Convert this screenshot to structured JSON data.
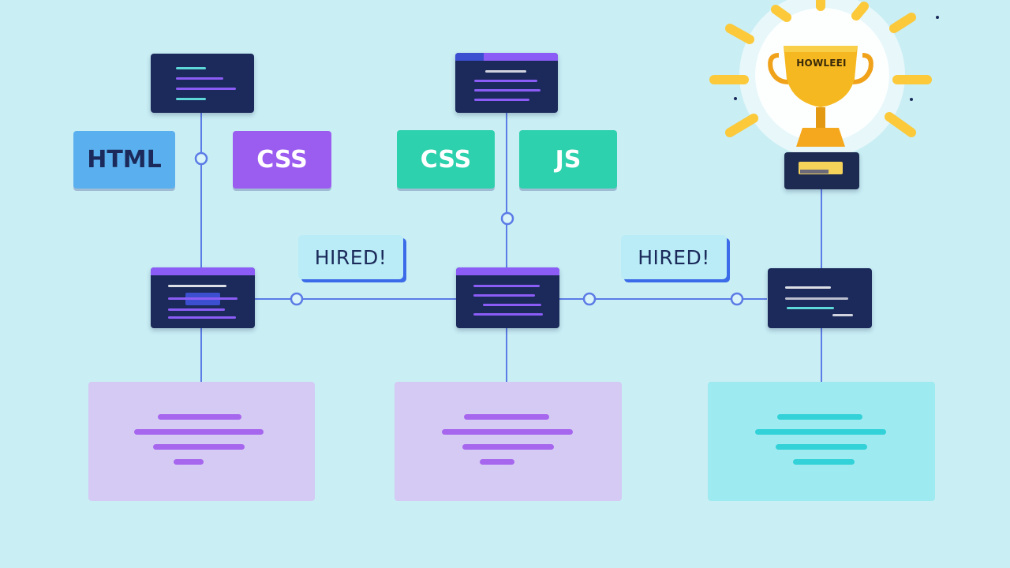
{
  "tags": {
    "html": "HTML",
    "css_left": "CSS",
    "css_mid": "CSS",
    "js": "JS"
  },
  "badges": {
    "hired_left": "HIRED!",
    "hired_right": "HIRED!"
  },
  "trophy": {
    "engraving": "HOWLEEI"
  },
  "colors": {
    "background": "#c9eef4",
    "card_dark": "#1b2a5a",
    "purple": "#8b5cf6",
    "teal": "#2ed1ad",
    "blue": "#5ab0ee",
    "panel_purple": "#d4caf4",
    "panel_teal": "#9deaf0",
    "connector": "#5b7be6",
    "trophy_gold": "#f5b820"
  }
}
